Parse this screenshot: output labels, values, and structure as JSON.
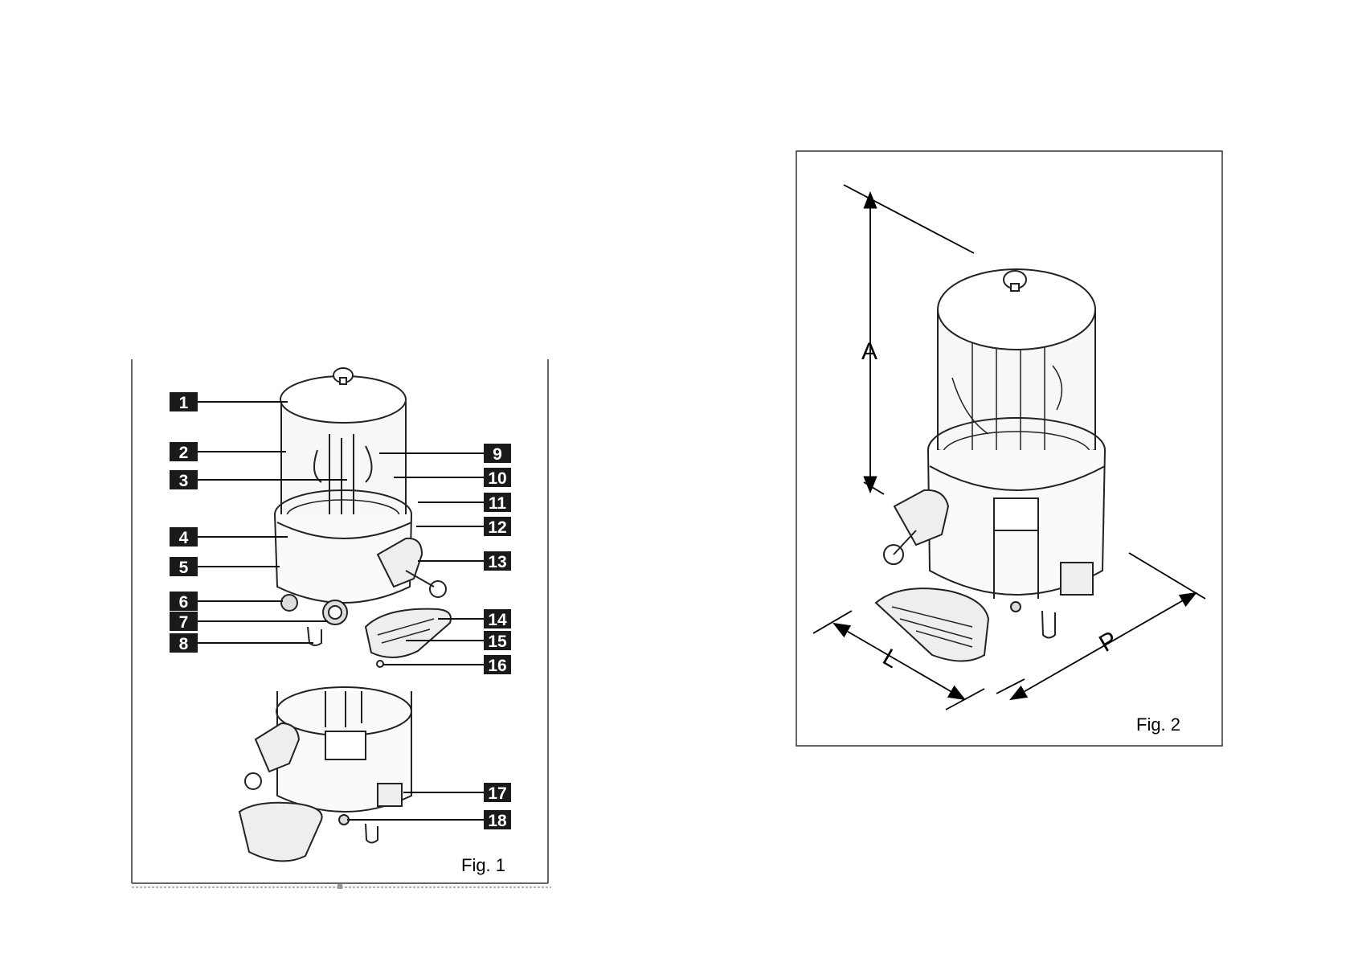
{
  "figure1": {
    "caption": "Fig. 1",
    "callouts": [
      "1",
      "2",
      "3",
      "4",
      "5",
      "6",
      "7",
      "8",
      "9",
      "10",
      "11",
      "12",
      "13",
      "14",
      "15",
      "16",
      "17",
      "18"
    ]
  },
  "figure2": {
    "caption": "Fig. 2",
    "dimensions": {
      "height": "A",
      "width": "L",
      "depth": "P"
    }
  }
}
